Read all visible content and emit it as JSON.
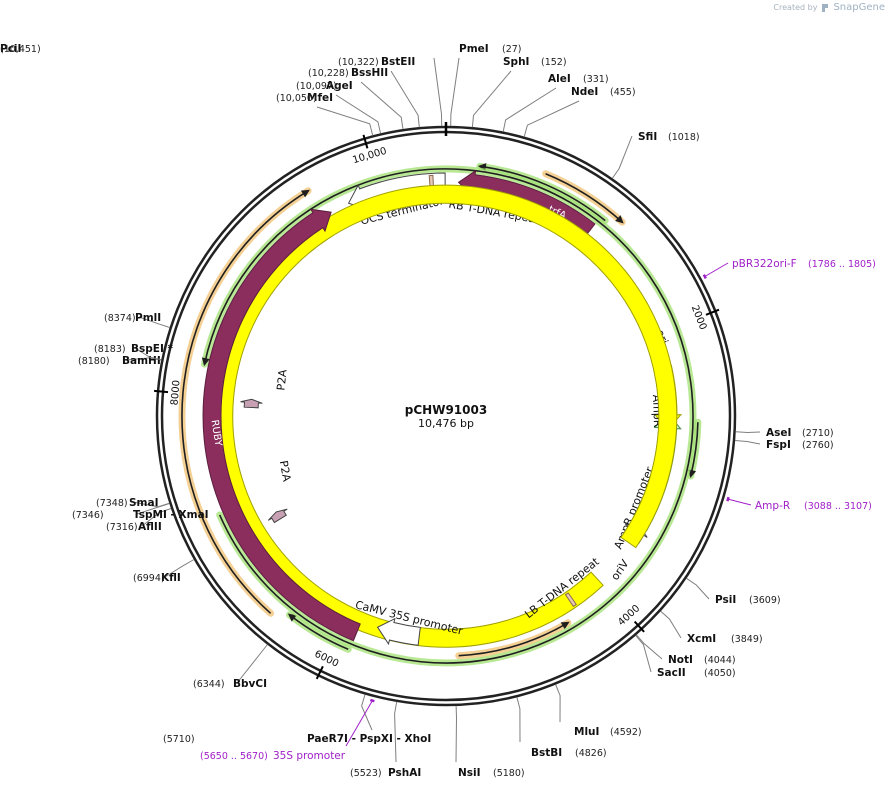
{
  "credit": {
    "created_by": "Created by",
    "brand": "SnapGene",
    "icon": "snapgene-logo-icon"
  },
  "plasmid": {
    "name": "pCHW91003",
    "size_label": "10,476 bp",
    "length": 10476
  },
  "ticks": [
    {
      "label": "10,000",
      "pos": 10000
    },
    {
      "label": "2000",
      "pos": 2000
    },
    {
      "label": "4000",
      "pos": 4000
    },
    {
      "label": "6000",
      "pos": 6000
    },
    {
      "label": "8000",
      "pos": 8000
    }
  ],
  "sites": [
    {
      "name": "PciI",
      "pos_label": "(10,451)",
      "pos": 10451,
      "side": "left"
    },
    {
      "name": "BstEII",
      "pos_label": "(10,322)",
      "pos": 10322,
      "side": "left"
    },
    {
      "name": "BssHII",
      "pos_label": "(10,228)",
      "pos": 10228,
      "side": "left"
    },
    {
      "name": "AgeI",
      "pos_label": "(10,097)",
      "pos": 10097,
      "side": "left"
    },
    {
      "name": "MfeI",
      "pos_label": "(10,050)",
      "pos": 10050,
      "side": "left"
    },
    {
      "name": "PmeI",
      "pos_label": "(27)",
      "pos": 27,
      "side": "right"
    },
    {
      "name": "SphI",
      "pos_label": "(152)",
      "pos": 152,
      "side": "right"
    },
    {
      "name": "AleI",
      "pos_label": "(331)",
      "pos": 331,
      "side": "right"
    },
    {
      "name": "NdeI",
      "pos_label": "(455)",
      "pos": 455,
      "side": "right"
    },
    {
      "name": "SfiI",
      "pos_label": "(1018)",
      "pos": 1018,
      "side": "right"
    },
    {
      "name": "AseI",
      "pos_label": "(2710)",
      "pos": 2710,
      "side": "right"
    },
    {
      "name": "FspI",
      "pos_label": "(2760)",
      "pos": 2760,
      "side": "right"
    },
    {
      "name": "PsiI",
      "pos_label": "(3609)",
      "pos": 3609,
      "side": "right"
    },
    {
      "name": "XcmI",
      "pos_label": "(3849)",
      "pos": 3849,
      "side": "right"
    },
    {
      "name": "NotI",
      "pos_label": "(4044)",
      "pos": 4044,
      "side": "right"
    },
    {
      "name": "SacII",
      "pos_label": "(4050)",
      "pos": 4050,
      "side": "right"
    },
    {
      "name": "MluI",
      "pos_label": "(4592)",
      "pos": 4592,
      "side": "right"
    },
    {
      "name": "BstBI",
      "pos_label": "(4826)",
      "pos": 4826,
      "side": "right"
    },
    {
      "name": "NsiI",
      "pos_label": "(5180)",
      "pos": 5180,
      "side": "right"
    },
    {
      "name": "PshAI",
      "pos_label": "(5523)",
      "pos": 5523,
      "side": "left"
    },
    {
      "name": "PaeR7I - PspXI - XhoI",
      "pos_label": "(5710)",
      "pos": 5710,
      "side": "left"
    },
    {
      "name": "BbvCI",
      "pos_label": "(6344)",
      "pos": 6344,
      "side": "left"
    },
    {
      "name": "KflI",
      "pos_label": "(6994)",
      "pos": 6994,
      "side": "left"
    },
    {
      "name": "AflII",
      "pos_label": "(7316)",
      "pos": 7316,
      "side": "left"
    },
    {
      "name": "TspMI - XmaI",
      "pos_label": "(7346)",
      "pos": 7346,
      "side": "left"
    },
    {
      "name": "SmaI",
      "pos_label": "(7348)",
      "pos": 7348,
      "side": "left"
    },
    {
      "name": "BamHI",
      "pos_label": "(8180)",
      "pos": 8180,
      "side": "left"
    },
    {
      "name": "BspEI *",
      "pos_label": "(8183)",
      "pos": 8183,
      "side": "left"
    },
    {
      "name": "PmlI",
      "pos_label": "(8374)",
      "pos": 8374,
      "side": "left"
    }
  ],
  "primers": [
    {
      "name": "pBR322ori-F",
      "pos_label": "(1786 .. 1805)",
      "pos": 1795
    },
    {
      "name": "Amp-R",
      "pos_label": "(3088 .. 3107)",
      "pos": 3097
    },
    {
      "name": "35S promoter",
      "pos_label": "(5650 .. 5670)",
      "pos": 5660
    }
  ],
  "features": [
    {
      "name": "OCS terminator",
      "start": 10470,
      "end": 9760,
      "strand": -1,
      "type": "terminator",
      "color": "#ffffff"
    },
    {
      "name": "RB T-DNA repeat",
      "start": 10360,
      "end": 10385,
      "strand": 0,
      "type": "repeat",
      "color": "#e6c8b4"
    },
    {
      "name": "trfA",
      "start": 1100,
      "end": 90,
      "strand": -1,
      "type": "cds",
      "color": "#8b2e5e"
    },
    {
      "name": "ori",
      "start": 2250,
      "end": 2720,
      "strand": 1,
      "type": "ori",
      "color": "#ffff00"
    },
    {
      "name": "AmpR",
      "start": 3480,
      "end": 2600,
      "strand": -1,
      "type": "cds",
      "color": "#ccf5cc"
    },
    {
      "name": "AmpR promoter",
      "start": 3590,
      "end": 3480,
      "strand": -1,
      "type": "promoter",
      "color": "#ffffff"
    },
    {
      "name": "oriV",
      "start": 3990,
      "end": 3630,
      "strand": 0,
      "type": "ori",
      "color": "#ffff00"
    },
    {
      "name": "LB T-DNA repeat",
      "start": 4230,
      "end": 4255,
      "strand": 0,
      "type": "repeat",
      "color": "#e6c8b4"
    },
    {
      "name": "CaMV 35S promoter",
      "start": 5440,
      "end": 5760,
      "strand": 1,
      "type": "promoter",
      "color": "#ffffff"
    },
    {
      "name": "RUBY",
      "start": 5890,
      "end": 9620,
      "strand": 1,
      "type": "cds",
      "color": "#8b2e5e"
    },
    {
      "name": "P2A",
      "start": 7930,
      "end": 8000,
      "strand": 1,
      "type": "peptide",
      "color": "#c8a0b4"
    },
    {
      "name": "P2A",
      "start": 6930,
      "end": 7000,
      "strand": 1,
      "type": "peptide",
      "color": "#c8a0b4"
    }
  ],
  "orf_arcs": [
    {
      "start": 1140,
      "end": 225,
      "strand": -1,
      "glow": "#a0e070"
    },
    {
      "start": 650,
      "end": 1230,
      "strand": 1,
      "glow": "#f0c070"
    },
    {
      "start": 2660,
      "end": 3020,
      "strand": 1,
      "glow": "#a0e070"
    },
    {
      "start": 5150,
      "end": 4350,
      "strand": -1,
      "glow": "#f0c070"
    },
    {
      "start": 5900,
      "end": 6350,
      "strand": 1,
      "glow": "#a0e070"
    },
    {
      "start": 6450,
      "end": 9560,
      "strand": 1,
      "glow": "#f0c070"
    },
    {
      "start": 7170,
      "end": 8210,
      "strand": -1,
      "glow": "#a0e070"
    },
    {
      "start": 8900,
      "end": 8230,
      "strand": -1,
      "glow": "#a0e070"
    }
  ],
  "colors": {
    "backbone": "#222222",
    "site_line": "#7f7f7f",
    "primer": "#a020c8",
    "orf_line": "#1f1f1f"
  }
}
